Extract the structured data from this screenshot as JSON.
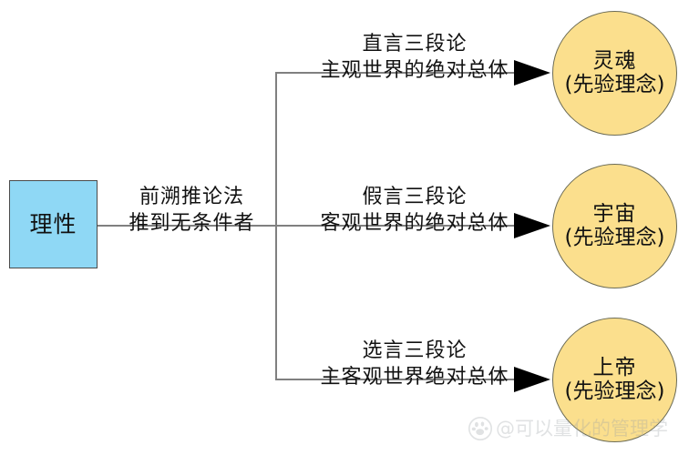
{
  "diagram": {
    "source": {
      "label": "理性"
    },
    "stem": {
      "line1": "前溯推论法",
      "line2": "推到无条件者"
    },
    "branches": [
      {
        "id": "branch-soul",
        "line1": "直言三段论",
        "line2": "主观世界的绝对总体",
        "target_line1": "灵魂",
        "target_line2": "(先验理念)"
      },
      {
        "id": "branch-cosmos",
        "line1": "假言三段论",
        "line2": "客观世界的绝对总体",
        "target_line1": "宇宙",
        "target_line2": "(先验理念)"
      },
      {
        "id": "branch-god",
        "line1": "选言三段论",
        "line2": "主客观世界绝对总体",
        "target_line1": "上帝",
        "target_line2": "(先验理念)"
      }
    ],
    "watermark": {
      "text": "@可以量化的管理学",
      "logo": "baidu-paw-icon"
    },
    "colors": {
      "source_fill": "#8fd8f5",
      "source_stroke": "#4a4a4a",
      "node_fill": "#fbdf8d",
      "node_stroke": "#6b6b55",
      "connector": "#808080",
      "arrow": "#000000",
      "background": "#ffffff",
      "text": "#111111"
    }
  }
}
